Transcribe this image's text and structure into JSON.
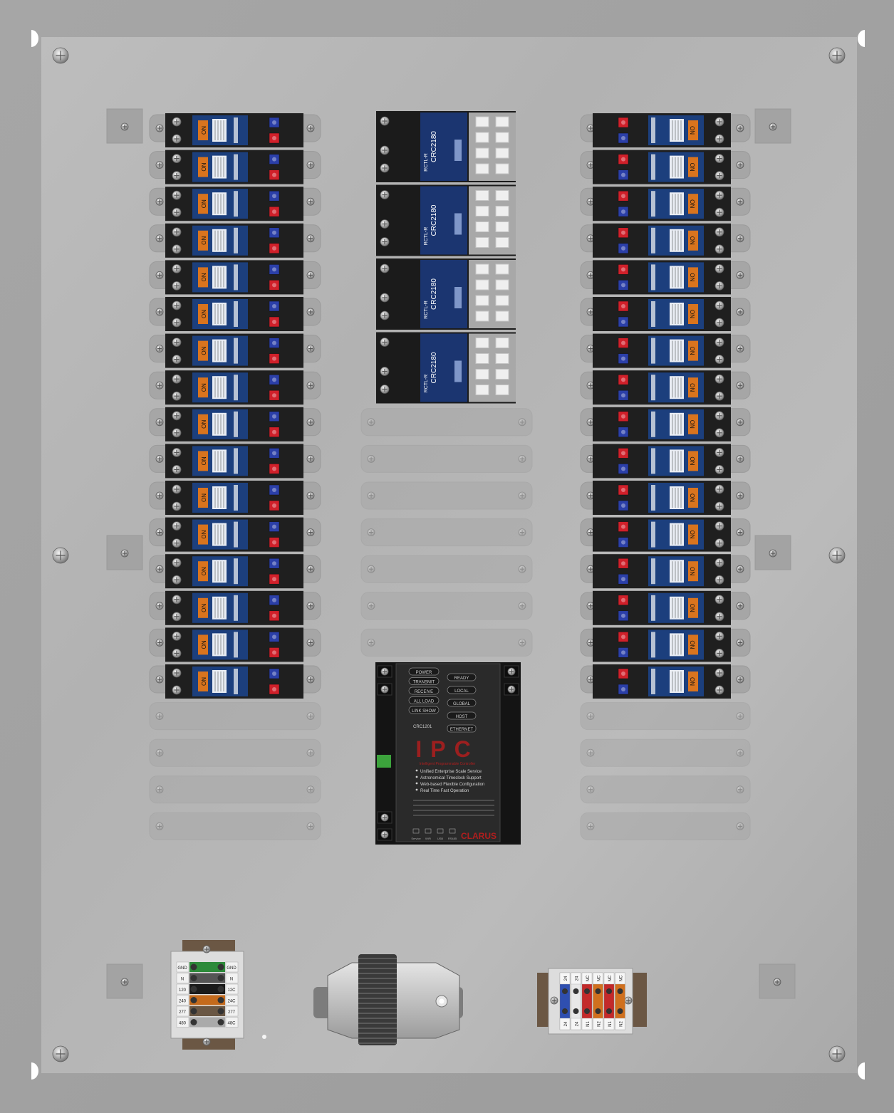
{
  "panel": {
    "left_breakers": [
      {
        "label": "NO"
      },
      {
        "label": "NO"
      },
      {
        "label": "NO"
      },
      {
        "label": "NO"
      },
      {
        "label": "NO"
      },
      {
        "label": "NO"
      },
      {
        "label": "NO"
      },
      {
        "label": "NO"
      },
      {
        "label": "NO"
      },
      {
        "label": "NO"
      },
      {
        "label": "NO"
      },
      {
        "label": "NO"
      },
      {
        "label": "NO"
      },
      {
        "label": "NO"
      },
      {
        "label": "NO"
      },
      {
        "label": "NO"
      }
    ],
    "right_breakers": [
      {
        "label": "NO"
      },
      {
        "label": "NO"
      },
      {
        "label": "NO"
      },
      {
        "label": "NO"
      },
      {
        "label": "NO"
      },
      {
        "label": "NO"
      },
      {
        "label": "NO"
      },
      {
        "label": "NO"
      },
      {
        "label": "NO"
      },
      {
        "label": "NO"
      },
      {
        "label": "NO"
      },
      {
        "label": "NO"
      },
      {
        "label": "NO"
      },
      {
        "label": "NO"
      },
      {
        "label": "NO"
      },
      {
        "label": "NO"
      }
    ],
    "breaker_brand": "CLARUS",
    "relay_modules": [
      {
        "model": "CRC2180",
        "code": "RCTL-R"
      },
      {
        "model": "CRC2180",
        "code": "RCTL-R"
      },
      {
        "model": "CRC2180",
        "code": "RCTL-R"
      },
      {
        "model": "CRC2180",
        "code": "RCTL-R"
      }
    ],
    "relay_brand": "CLARUS",
    "ipc": {
      "title": "IPC",
      "subtitle": "Intelligent Programmable Controller",
      "model": "CRC1201",
      "left_buttons": [
        "POWER",
        "TRANSMIT",
        "RECEIVE",
        "ALL LOAD",
        "LINK SHOW"
      ],
      "right_buttons": [
        "READY",
        "LOCAL",
        "GLOBAL",
        "HOST"
      ],
      "ethernet_label": "ETHERNET",
      "features": [
        "Unified Enterprise Scale Service",
        "Astronomical Timeclock Support",
        "Web-based Flexible Configuration",
        "Real Time Fast Operation"
      ],
      "brand": "CLARUS",
      "port_labels": [
        "Service",
        "WiFi",
        "USB",
        "RS485"
      ]
    },
    "terminal_block_left": {
      "left_labels": [
        "GND",
        "N",
        "120",
        "240",
        "277",
        "480"
      ],
      "right_labels": [
        "GND",
        "N",
        "12C",
        "24C",
        "277",
        "48C"
      ]
    },
    "terminal_block_right": {
      "top_labels": [
        "24",
        "24",
        "NC",
        "NC",
        "NC",
        "NC"
      ],
      "bottom_labels": [
        "24",
        "24",
        "N1",
        "N2",
        "N1",
        "N2"
      ]
    },
    "colors": {
      "frame": "#a2a2a2",
      "backplate": "#b4b4b4",
      "breaker_body": "#1f1f1f",
      "breaker_label": "#1c3f7d",
      "breaker_switch": "#d9741e",
      "terminal_red": "#d0202a",
      "terminal_blue": "#2b3fa8",
      "relay_label": "#1b3570",
      "ipc_text": "#b01e1e",
      "indicator_green": "#3ca33c"
    }
  }
}
